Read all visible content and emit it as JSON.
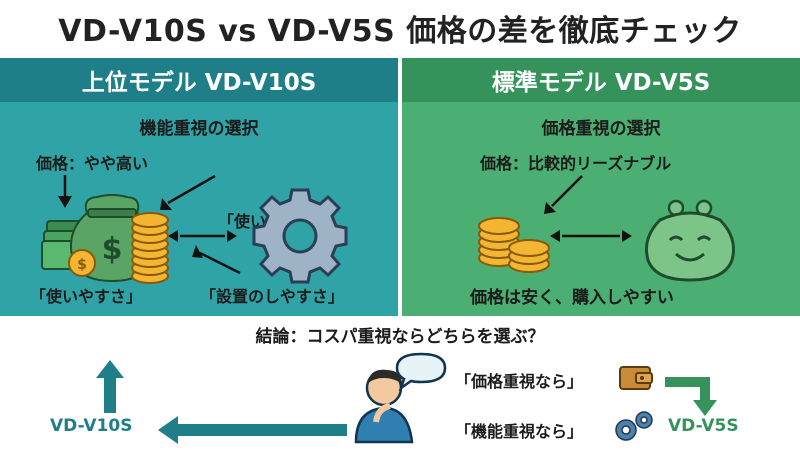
{
  "title": "VD-V10S vs VD-V5S 価格の差を徹底チェック",
  "left": {
    "header": "上位モデル VD-V10S",
    "subtitle": "機能重視の選択",
    "price_label": "価格：やや高い",
    "usability_top": "「使いやすさ」",
    "usability_bottom": "「使いやすさ」",
    "install": "「設置のしやすさ」"
  },
  "right": {
    "header": "標準モデル VD-V5S",
    "subtitle": "価格重視の選択",
    "price_label": "価格：比較的リーズナブル",
    "bottom_text": "価格は安く、購入しやすい"
  },
  "bottom": {
    "conclusion": "結論：コスパ重視ならどちらを選ぶ？",
    "price_focus": "「価格重視なら」",
    "function_focus": "「機能重視なら」",
    "model_left": "VD-V10S",
    "model_right": "VD-V5S"
  },
  "colors": {
    "left_panel": "#2fa3a6",
    "left_header": "#1f7f88",
    "right_panel": "#4bae72",
    "right_header": "#34925a",
    "arrow_teal": "#1f7f88",
    "arrow_green": "#34925a"
  },
  "icons": [
    "money-bag-icon",
    "coin-stack-icon",
    "gear-icon",
    "coin-purse-icon",
    "person-thinking-icon",
    "speech-bubble-icon",
    "wallet-icon",
    "small-gears-icon"
  ]
}
